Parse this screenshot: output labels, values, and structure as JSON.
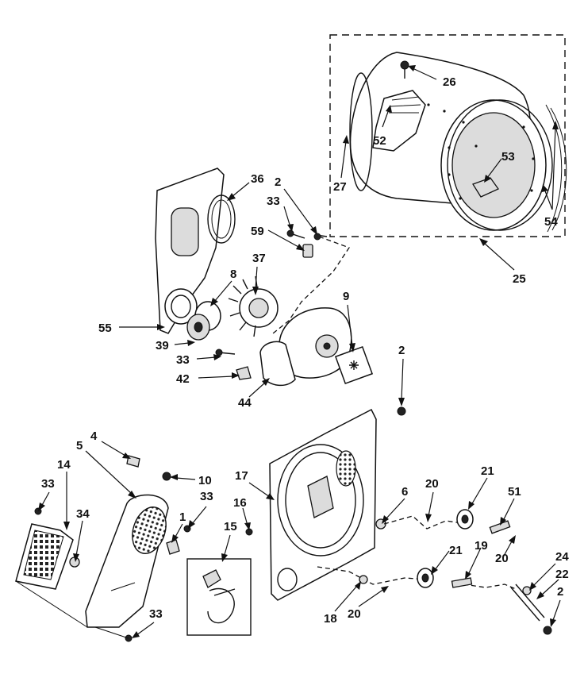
{
  "callouts": [
    {
      "id": "c26",
      "label": "26"
    },
    {
      "id": "c52",
      "label": "52"
    },
    {
      "id": "c53",
      "label": "53"
    },
    {
      "id": "c27",
      "label": "27"
    },
    {
      "id": "c54",
      "label": "54"
    },
    {
      "id": "c25",
      "label": "25"
    },
    {
      "id": "c36",
      "label": "36"
    },
    {
      "id": "c2a",
      "label": "2"
    },
    {
      "id": "c33a",
      "label": "33"
    },
    {
      "id": "c59",
      "label": "59"
    },
    {
      "id": "c37",
      "label": "37"
    },
    {
      "id": "c8",
      "label": "8"
    },
    {
      "id": "c9",
      "label": "9"
    },
    {
      "id": "c55",
      "label": "55"
    },
    {
      "id": "c39",
      "label": "39"
    },
    {
      "id": "c33b",
      "label": "33"
    },
    {
      "id": "c42",
      "label": "42"
    },
    {
      "id": "c44",
      "label": "44"
    },
    {
      "id": "c2b",
      "label": "2"
    },
    {
      "id": "c4",
      "label": "4"
    },
    {
      "id": "c5",
      "label": "5"
    },
    {
      "id": "c10",
      "label": "10"
    },
    {
      "id": "c17",
      "label": "17"
    },
    {
      "id": "c14",
      "label": "14"
    },
    {
      "id": "c33c",
      "label": "33"
    },
    {
      "id": "c34",
      "label": "34"
    },
    {
      "id": "c33d",
      "label": "33"
    },
    {
      "id": "c1",
      "label": "1"
    },
    {
      "id": "c16",
      "label": "16"
    },
    {
      "id": "c15",
      "label": "15"
    },
    {
      "id": "c6",
      "label": "6"
    },
    {
      "id": "c20a",
      "label": "20"
    },
    {
      "id": "c21a",
      "label": "21"
    },
    {
      "id": "c51",
      "label": "51"
    },
    {
      "id": "c20b",
      "label": "20"
    },
    {
      "id": "c21b",
      "label": "21"
    },
    {
      "id": "c19",
      "label": "19"
    },
    {
      "id": "c24",
      "label": "24"
    },
    {
      "id": "c22",
      "label": "22"
    },
    {
      "id": "c2c",
      "label": "2"
    },
    {
      "id": "c18",
      "label": "18"
    },
    {
      "id": "c20c",
      "label": "20"
    },
    {
      "id": "c33e",
      "label": "33"
    }
  ]
}
